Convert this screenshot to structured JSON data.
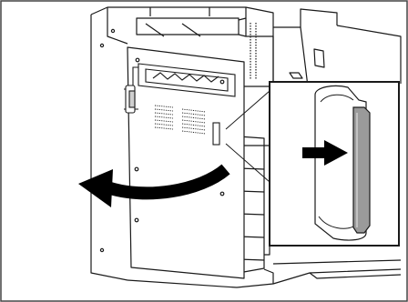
{
  "illustration": {
    "subject": "printer-side-cover-opening",
    "colors": {
      "line": "#1a1a1a",
      "fill": "#ffffff",
      "handle_gray": "#9a9a9a",
      "frame_border": "#444444"
    },
    "icons": [
      "open-direction-arrow",
      "release-lever",
      "pull-arrow"
    ]
  }
}
